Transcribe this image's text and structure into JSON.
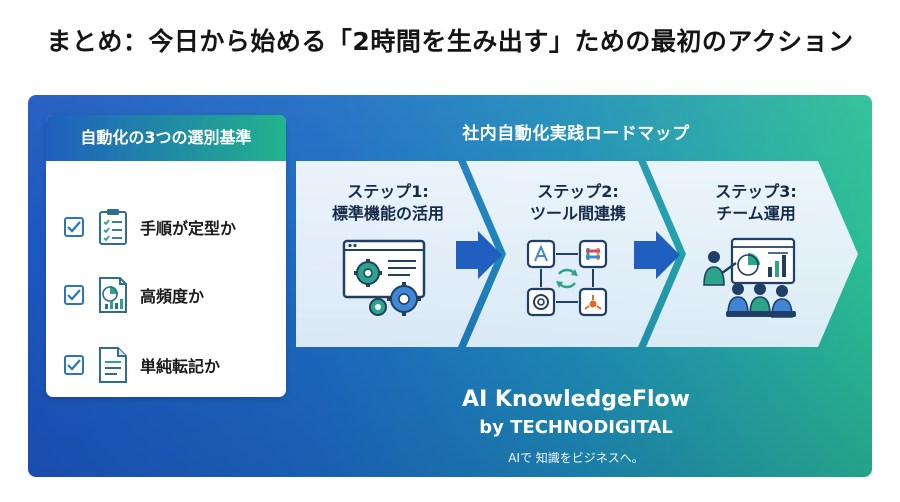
{
  "title": "まとめ：今日から始める「2時間を生み出す」ための最初のアクション",
  "criteria": {
    "heading": "自動化の3つの選別基準",
    "items": [
      {
        "label": "手順が定型か",
        "icon": "clipboard-checklist-icon"
      },
      {
        "label": "高頻度か",
        "icon": "chart-report-icon"
      },
      {
        "label": "単純転記か",
        "icon": "document-icon"
      }
    ]
  },
  "roadmap": {
    "title": "社内自動化実践ロードマップ",
    "steps": [
      {
        "line1": "ステップ1:",
        "line2": "標準機能の活用",
        "icon": "gears-window-icon"
      },
      {
        "line1": "ステップ2:",
        "line2": "ツール間連携",
        "icon": "app-integration-icon"
      },
      {
        "line1": "ステップ3:",
        "line2": "チーム運用",
        "icon": "team-meeting-icon"
      }
    ]
  },
  "brand": {
    "name": "AI KnowledgeFlow",
    "by": "by TECHNODIGITAL",
    "tagline": "AIで 知識をビジネスへ。"
  },
  "colors": {
    "panel_start": "#1d57c0",
    "panel_end": "#2bbf93",
    "arrow_blue": "#1f5fbf",
    "step_fill": "#eaf2fb",
    "checkbox": "#2a74b8"
  }
}
